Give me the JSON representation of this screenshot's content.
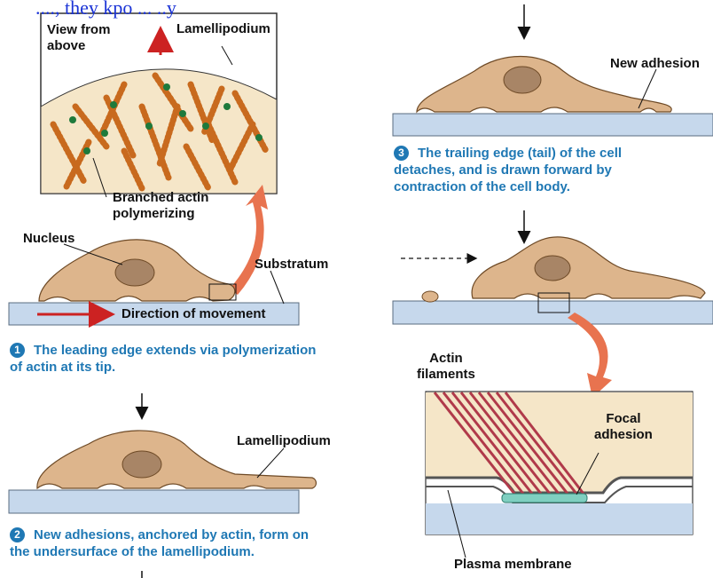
{
  "top_text": "...., they kpo  ...      ..y",
  "labels": {
    "view_from_above": "View from\nabove",
    "lamellipodium_top": "Lamellipodium",
    "branched_actin": "Branched actin\npolymerizing",
    "nucleus": "Nucleus",
    "substratum": "Substratum",
    "direction": "Direction of movement",
    "lamellipodium_mid": "Lamellipodium",
    "new_adhesion": "New adhesion",
    "actin_filaments": "Actin\nfilaments",
    "focal_adhesion": "Focal\nadhesion",
    "plasma_membrane": "Plasma membrane"
  },
  "steps": [
    {
      "number": "1",
      "text": "The leading edge extends via polymerization\nof actin at its tip."
    },
    {
      "number": "2",
      "text": "New adhesions, anchored by actin, form on\nthe undersurface of the lamellipodium."
    },
    {
      "number": "3",
      "text": "The trailing edge (tail) of the cell\ndetaches, and is drawn forward by\ncontraction of the cell body."
    }
  ],
  "colors": {
    "cell": "#ddb58c",
    "cell_outline": "#6e4a26",
    "nucleus": "#a88566",
    "substrate": "#c6d8ec",
    "caption": "#1f78b4",
    "red_arrow": "#cc2222",
    "big_arrow": "#e8734f",
    "actin": "#c86a1e",
    "focal": "#7fcfc0"
  }
}
